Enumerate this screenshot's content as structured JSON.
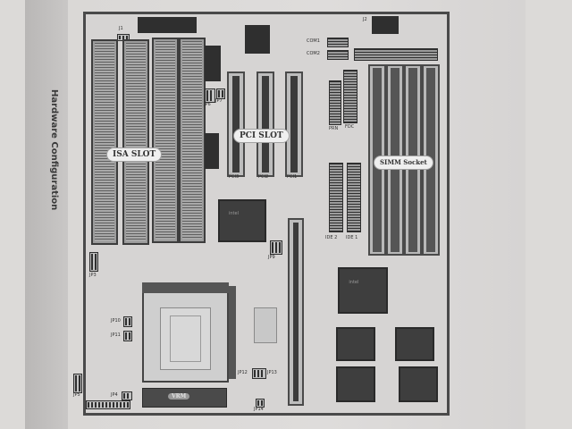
{
  "page": {
    "side_heading": "Hardware Configuration"
  },
  "board": {
    "bubbles": {
      "isa": "ISA SLOT",
      "pci": "PCI SLOT",
      "simm": "SIMM Socket",
      "vrm": "VRM"
    },
    "labels": {
      "com1": "COM1",
      "com2": "COM2",
      "fdc": "FDC",
      "prn": "PRN",
      "ide2": "IDE 2",
      "ide1": "IDE 1",
      "pci3": "PCI3",
      "pci2": "PCI2",
      "pci1": "PCI1",
      "j1": "J1",
      "j2": "J2",
      "jp3": "JP3",
      "jp4": "JP4",
      "jp5": "JP5",
      "jp6": "JP6",
      "jp7": "JP7",
      "jp9": "JP9",
      "jp10": "JP10",
      "jp11": "JP11",
      "jp12": "JP12",
      "jp13": "JP13",
      "jp14": "JP14"
    },
    "chip_marks": {
      "intel": "intel"
    }
  },
  "colors": {
    "board_outline": "#4a4a4a",
    "paper": "#dedcdb"
  }
}
